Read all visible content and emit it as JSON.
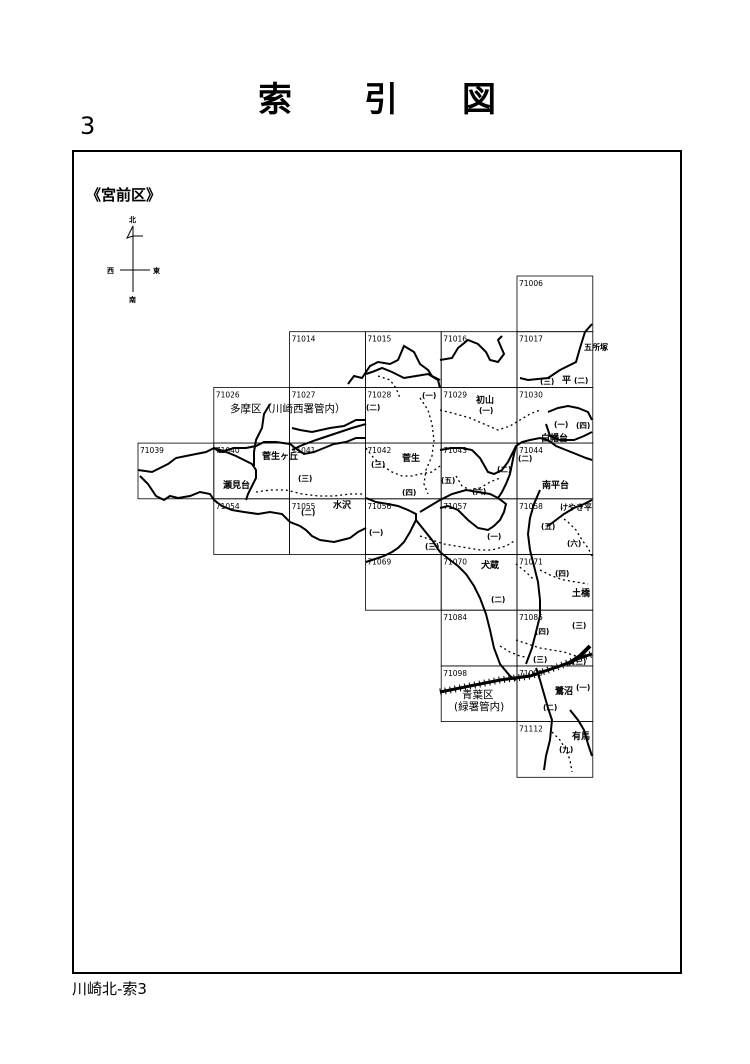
{
  "title_chars": [
    "索",
    "引",
    "図"
  ],
  "page_number": "3",
  "footer": "川崎北-索3",
  "ward_label": "《宮前区》",
  "compass": {
    "north": "北",
    "south": "南",
    "east": "東",
    "west": "西"
  },
  "grid_cells": [
    {
      "id": "71006",
      "col": 5,
      "row": 0
    },
    {
      "id": "71014",
      "col": 2,
      "row": 1
    },
    {
      "id": "71015",
      "col": 3,
      "row": 1
    },
    {
      "id": "71016",
      "col": 4,
      "row": 1
    },
    {
      "id": "71017",
      "col": 5,
      "row": 1
    },
    {
      "id": "71026",
      "col": 1,
      "row": 2
    },
    {
      "id": "71027",
      "col": 2,
      "row": 2
    },
    {
      "id": "71028",
      "col": 3,
      "row": 2
    },
    {
      "id": "71029",
      "col": 4,
      "row": 2
    },
    {
      "id": "71030",
      "col": 5,
      "row": 2
    },
    {
      "id": "71039",
      "col": 0,
      "row": 3
    },
    {
      "id": "71040",
      "col": 1,
      "row": 3
    },
    {
      "id": "71041",
      "col": 2,
      "row": 3
    },
    {
      "id": "71042",
      "col": 3,
      "row": 3
    },
    {
      "id": "71043",
      "col": 4,
      "row": 3
    },
    {
      "id": "71044",
      "col": 5,
      "row": 3
    },
    {
      "id": "71054",
      "col": 1,
      "row": 4
    },
    {
      "id": "71055",
      "col": 2,
      "row": 4
    },
    {
      "id": "71056",
      "col": 3,
      "row": 4
    },
    {
      "id": "71057",
      "col": 4,
      "row": 4
    },
    {
      "id": "71058",
      "col": 5,
      "row": 4
    },
    {
      "id": "71069",
      "col": 3,
      "row": 5
    },
    {
      "id": "71070",
      "col": 4,
      "row": 5
    },
    {
      "id": "71071",
      "col": 5,
      "row": 5
    },
    {
      "id": "71084",
      "col": 4,
      "row": 6
    },
    {
      "id": "71085",
      "col": 5,
      "row": 6
    },
    {
      "id": "71098",
      "col": 4,
      "row": 7
    },
    {
      "id": "71099",
      "col": 5,
      "row": 7
    },
    {
      "id": "71112",
      "col": 5,
      "row": 8
    }
  ],
  "place_labels": {
    "tamaku": "多摩区（川崎西署管内）",
    "aobaku_1": "青葉区",
    "aobaku_2": "(緑署管内)",
    "goshozuka": "五所塚",
    "taira": "平",
    "hatsuyama": "初山",
    "shirahatadai": "白幡台",
    "sugao_1": "菅生",
    "sugaogaoka": "菅生ヶ丘",
    "minamidairadai": "南平台",
    "keyakidaira": "けやき平",
    "semidai": "瀬見台",
    "mizusawa": "水沢",
    "inukura": "犬蔵",
    "dobashi": "土橋",
    "saginuma": "鷺沼",
    "arima": "有馬"
  },
  "chome_labels": {
    "taira_1": "(三)",
    "taira_2": "(二)",
    "c28_a": "(一)",
    "c28_b": "(二)",
    "c29": "(一)",
    "c30_a": "(一)",
    "c30_b": "(四)",
    "c42_a": "(三)",
    "c42_b": "(四)",
    "c41": "(三)",
    "c43_a": "(二)",
    "c43_b": "(五)",
    "c43_c": "(六)",
    "c44": "(二)",
    "c55": "(二)",
    "c56_a": "(一)",
    "c56_b": "(三)",
    "c57": "(一)",
    "c58_a": "(五)",
    "c58_b": "(六)",
    "c70": "(二)",
    "c71": "(四)",
    "c71_b": "(三)",
    "c85_a": "(四)",
    "c85_b": "(三)",
    "c85_c": "(三)",
    "c99_a": "(一)",
    "c99_b": "(二)",
    "c112": "(九)"
  }
}
